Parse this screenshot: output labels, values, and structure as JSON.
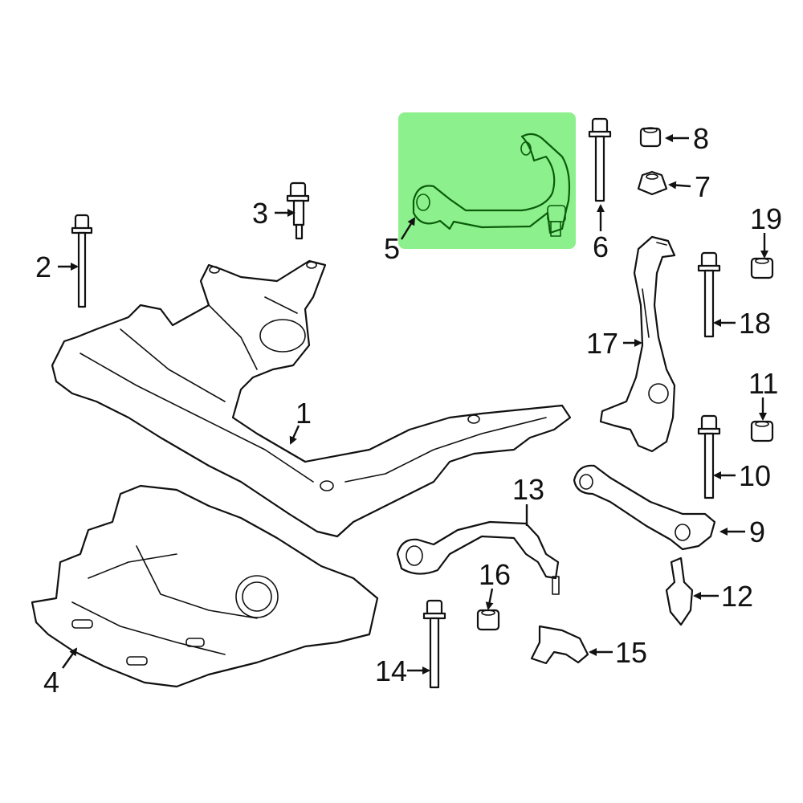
{
  "highlight_color": "#8cf08c",
  "highlighted_part": "5",
  "callouts": {
    "c1": "1",
    "c2": "2",
    "c3": "3",
    "c4": "4",
    "c5": "5",
    "c6": "6",
    "c7": "7",
    "c8": "8",
    "c9": "9",
    "c10": "10",
    "c11": "11",
    "c12": "12",
    "c13": "13",
    "c14": "14",
    "c15": "15",
    "c16": "16",
    "c17": "17",
    "c18": "18",
    "c19": "19"
  }
}
